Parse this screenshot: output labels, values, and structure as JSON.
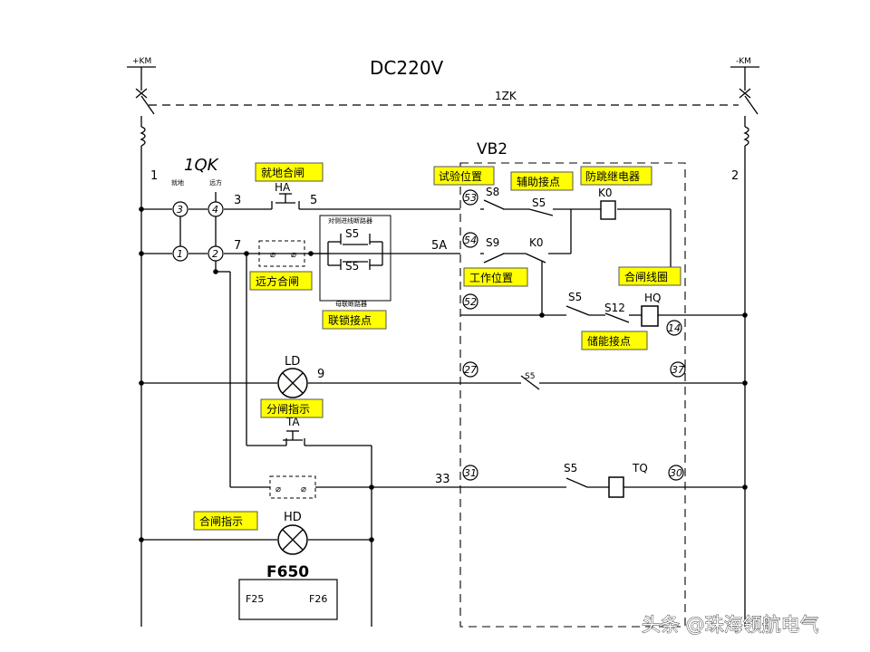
{
  "title": "DC220V",
  "bus_plus": "+KM",
  "bus_minus": "-KM",
  "breaker": "1ZK",
  "panel": "VB2",
  "switch": "1QK",
  "col_local": "就地",
  "col_remote": "远方",
  "wire_labels": {
    "w1": "1",
    "w2": "2",
    "w3": "3",
    "w5": "5",
    "w7": "7",
    "w5a": "5A",
    "w9": "9",
    "w33": "33"
  },
  "terminals": {
    "t3": "3",
    "t4": "4",
    "t1": "1",
    "t2": "2",
    "t53": "53",
    "t54": "54",
    "t52": "52",
    "t27": "27",
    "t37": "37",
    "t31": "31",
    "t30": "30",
    "t14": "14"
  },
  "components": {
    "HA": "HA",
    "TA": "TA",
    "S5": "S5",
    "S8": "S8",
    "S9": "S9",
    "S12": "S12",
    "K0": "K0",
    "HQ": "HQ",
    "TQ": "TQ",
    "LD": "LD",
    "HD": "HD",
    "F650": "F650",
    "F25": "F25",
    "F26": "F26"
  },
  "small_labels": {
    "upper": "对侧进线断路器",
    "lower": "母联断路器"
  },
  "tags": {
    "local_close": "就地合闸",
    "remote_close": "远方合闸",
    "interlock": "联锁接点",
    "test_pos": "试验位置",
    "aux_contact": "辅助接点",
    "anti_pump": "防跳继电器",
    "work_pos": "工作位置",
    "close_coil": "合闸线圈",
    "storage_contact": "储能接点",
    "open_ind": "分闸指示",
    "close_ind": "合闸指示"
  },
  "watermark": "头条 @珠海领航电气"
}
